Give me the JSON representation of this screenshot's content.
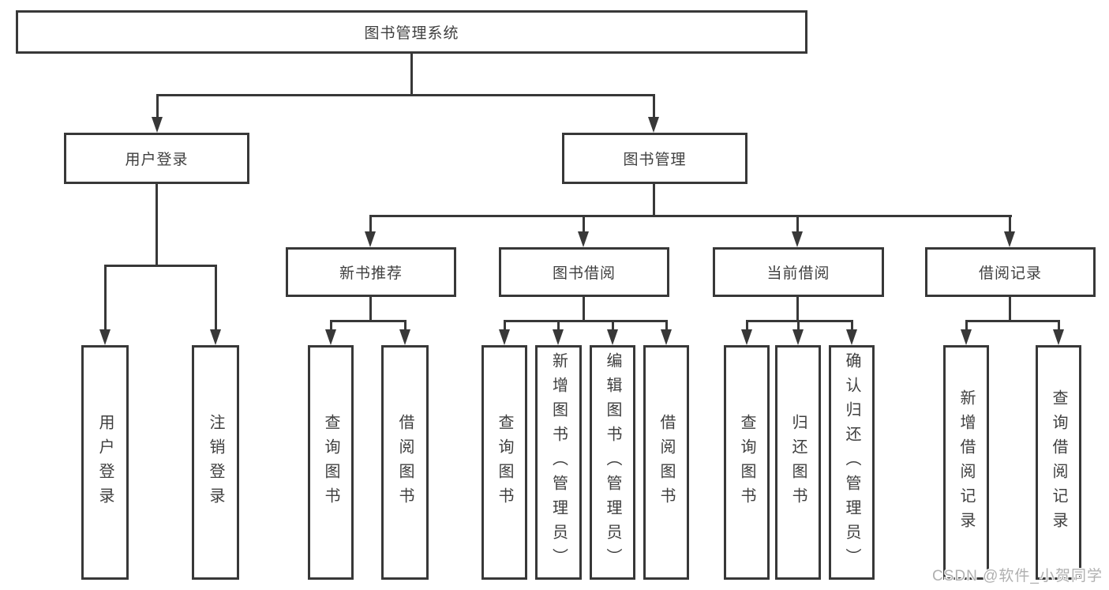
{
  "tree": {
    "root_label": "图书管理系统",
    "branches": [
      {
        "label": "用户登录",
        "children": [
          {
            "label": "用户登录"
          },
          {
            "label": "注销登录"
          }
        ]
      },
      {
        "label": "图书管理",
        "children": [
          {
            "label": "新书推荐",
            "children": [
              {
                "label": "查询图书"
              },
              {
                "label": "借阅图书"
              }
            ]
          },
          {
            "label": "图书借阅",
            "children": [
              {
                "label": "查询图书"
              },
              {
                "label": "新增图书（管理员）"
              },
              {
                "label": "编辑图书（管理员）"
              },
              {
                "label": "借阅图书"
              }
            ]
          },
          {
            "label": "当前借阅",
            "children": [
              {
                "label": "查询图书"
              },
              {
                "label": "归还图书"
              },
              {
                "label": "确认归还（管理员）"
              }
            ]
          },
          {
            "label": "借阅记录",
            "children": [
              {
                "label": "新增借阅记录"
              },
              {
                "label": "查询借阅记录"
              }
            ]
          }
        ]
      }
    ]
  },
  "watermark": "CSDN @软件_小贺同学",
  "colors": {
    "line": "#383838",
    "text": "#3f3f3f",
    "box_background": "#ffffff",
    "watermark": "#b0b0b0"
  },
  "icons": {
    "arrowhead": "solid down triangle"
  }
}
